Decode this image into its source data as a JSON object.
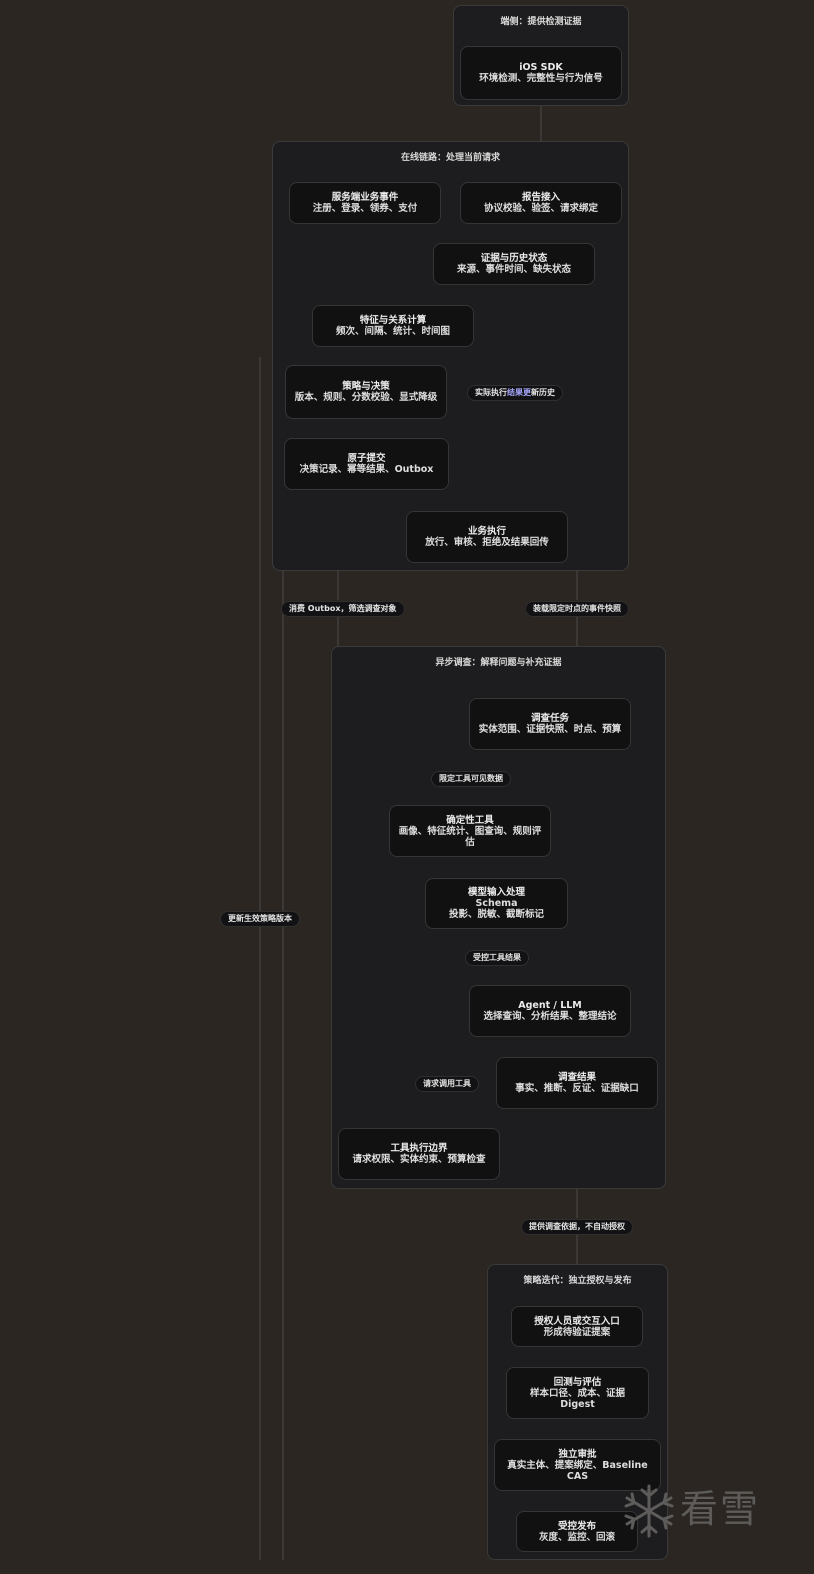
{
  "clusters": {
    "client": {
      "title": "端侧：提供检测证据"
    },
    "online": {
      "title": "在线链路：处理当前请求"
    },
    "async": {
      "title": "异步调查：解释问题与补充证据"
    },
    "policy": {
      "title": "策略迭代：独立授权与发布"
    }
  },
  "nodes": {
    "ios_sdk": {
      "title": "iOS SDK",
      "sub": "环境检测、完整性与行为信号"
    },
    "biz_event": {
      "title": "服务端业务事件",
      "sub": "注册、登录、领券、支付"
    },
    "report": {
      "title": "报告接入",
      "sub": "协议校验、验签、请求绑定"
    },
    "evidence": {
      "title": "证据与历史状态",
      "sub": "来源、事件时间、缺失状态"
    },
    "feature": {
      "title": "特征与关系计算",
      "sub": "频次、间隔、统计、时间图"
    },
    "strategy": {
      "title": "策略与决策",
      "sub": "版本、规则、分数校验、显式降级"
    },
    "atomic": {
      "title": "原子提交",
      "sub": "决策记录、幂等结果、Outbox"
    },
    "biz_exec": {
      "title": "业务执行",
      "sub": "放行、审核、拒绝及结果回传"
    },
    "task": {
      "title": "调查任务",
      "sub": "实体范围、证据快照、时点、预算"
    },
    "det_tools": {
      "title": "确定性工具",
      "sub": "画像、特征统计、图查询、规则评估"
    },
    "model_input": {
      "title": "模型输入处理",
      "sub1": "Schema",
      "sub2": "投影、脱敏、截断标记"
    },
    "agent": {
      "title": "Agent / LLM",
      "sub": "选择查询、分析结果、整理结论"
    },
    "result": {
      "title": "调查结果",
      "sub": "事实、推断、反证、证据缺口"
    },
    "tool_boundary": {
      "title": "工具执行边界",
      "sub": "请求权限、实体约束、预算检查"
    },
    "authorizer": {
      "title": "授权人员或交互入口",
      "sub": "形成待验证提案"
    },
    "backtest": {
      "title": "回测与评估",
      "sub1": "样本口径、成本、证据",
      "sub2": "Digest"
    },
    "review": {
      "title": "独立审批",
      "sub": "真实主体、提案绑定、Baseline CAS"
    },
    "release": {
      "title": "受控发布",
      "sub": "灰度、监控、回滚"
    }
  },
  "edge_labels": {
    "update_history": {
      "pre": "实际执行",
      "mid": "结果更",
      "post": "新历史"
    },
    "consume_outbox": "消费 Outbox，筛选调查对象",
    "load_snapshot": "装载限定时点的事件快照",
    "limited_tools": "限定工具可见数据",
    "update_policy": "更新生效策略版本",
    "controlled_result": "受控工具结果",
    "request_tool": "请求调用工具",
    "provide_basis": "提供调查依据，不自动授权"
  },
  "watermark": {
    "text": "看雪",
    "icon": "snowflake-icon"
  },
  "colors": {
    "background": "#2b2622",
    "cluster": "#1d1d1f",
    "node": "#111112",
    "edge": "#4a4a4a"
  }
}
